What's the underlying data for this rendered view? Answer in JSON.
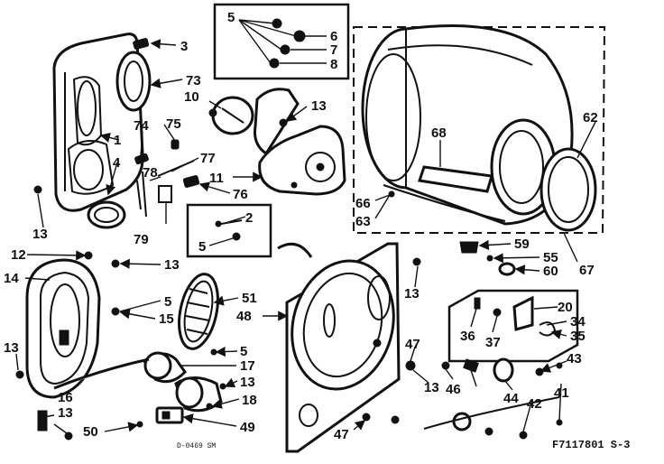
{
  "diagram": {
    "callouts": [
      "1",
      "2",
      "3",
      "4",
      "5",
      "5",
      "5",
      "5",
      "6",
      "7",
      "8",
      "10",
      "11",
      "12",
      "13",
      "13",
      "13",
      "13",
      "13",
      "13",
      "13",
      "13",
      "14",
      "15",
      "16",
      "17",
      "18",
      "20",
      "34",
      "35",
      "36",
      "37",
      "41",
      "42",
      "43",
      "44",
      "46",
      "47",
      "47",
      "48",
      "49",
      "50",
      "51",
      "55",
      "59",
      "60",
      "62",
      "63",
      "66",
      "67",
      "68",
      "73",
      "74",
      "75",
      "76",
      "77",
      "78",
      "79"
    ],
    "caption": "F7117801  S-3",
    "small_mark": "D-0469 SM"
  }
}
